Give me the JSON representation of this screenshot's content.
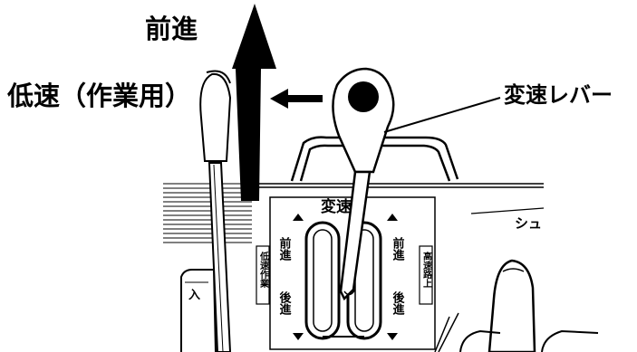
{
  "labels": {
    "forward": "前進",
    "low_speed": "低速（作業用）",
    "shift_lever": "変速レバー"
  },
  "plate": {
    "title": "変速",
    "left_upper": "前進",
    "left_lower": "後進",
    "right_upper": "前進",
    "right_lower": "後進",
    "side_left_badge": "低速作業",
    "side_right_badge": "高速路上",
    "knob_left": "入",
    "corner_text": "シュ"
  },
  "colors": {
    "ink": "#000000",
    "paper": "#ffffff"
  }
}
